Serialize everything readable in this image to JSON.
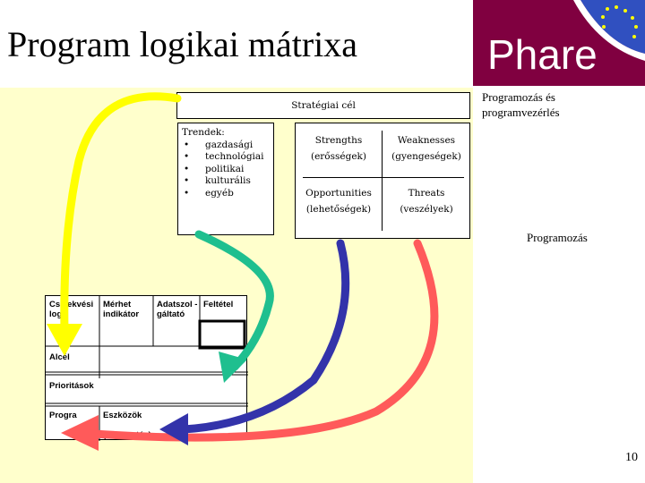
{
  "title": "Program logikai mátrixa",
  "logo": {
    "text": "Phare"
  },
  "side_labels": {
    "top": "Programozás és programvezérlés",
    "mid": "Programozás"
  },
  "strategic_goal": "Stratégiai cél",
  "trends": {
    "heading": "Trendek:",
    "items": [
      "gazdasági",
      "technológiai",
      "politikai",
      "kulturális",
      "egyéb"
    ]
  },
  "swot": {
    "strengths": [
      "Strengths",
      "(erősségek)"
    ],
    "weaknesses": [
      "Weaknesses",
      "(gyengeségek)"
    ],
    "opportunities": [
      "Opportunities",
      "(lehetőségek)"
    ],
    "threats": [
      "Threats",
      "(veszélyek)"
    ]
  },
  "matrix": {
    "headers": [
      "Cselekvési logi",
      "Mérhet indikátor",
      "Adatszol -gáltató",
      "Feltétel"
    ],
    "rows": [
      "Alcél",
      "Prioritások",
      "Progra",
      "Eszközök",
      "(támogatás)"
    ]
  },
  "page_number": "10",
  "colors": {
    "background": "#ffffcc",
    "logo_bg": "#800040",
    "arrow_yellow": "#ffff00",
    "arrow_green": "#1fbf8f",
    "arrow_blue": "#3333aa",
    "arrow_red": "#ff5a5a"
  }
}
